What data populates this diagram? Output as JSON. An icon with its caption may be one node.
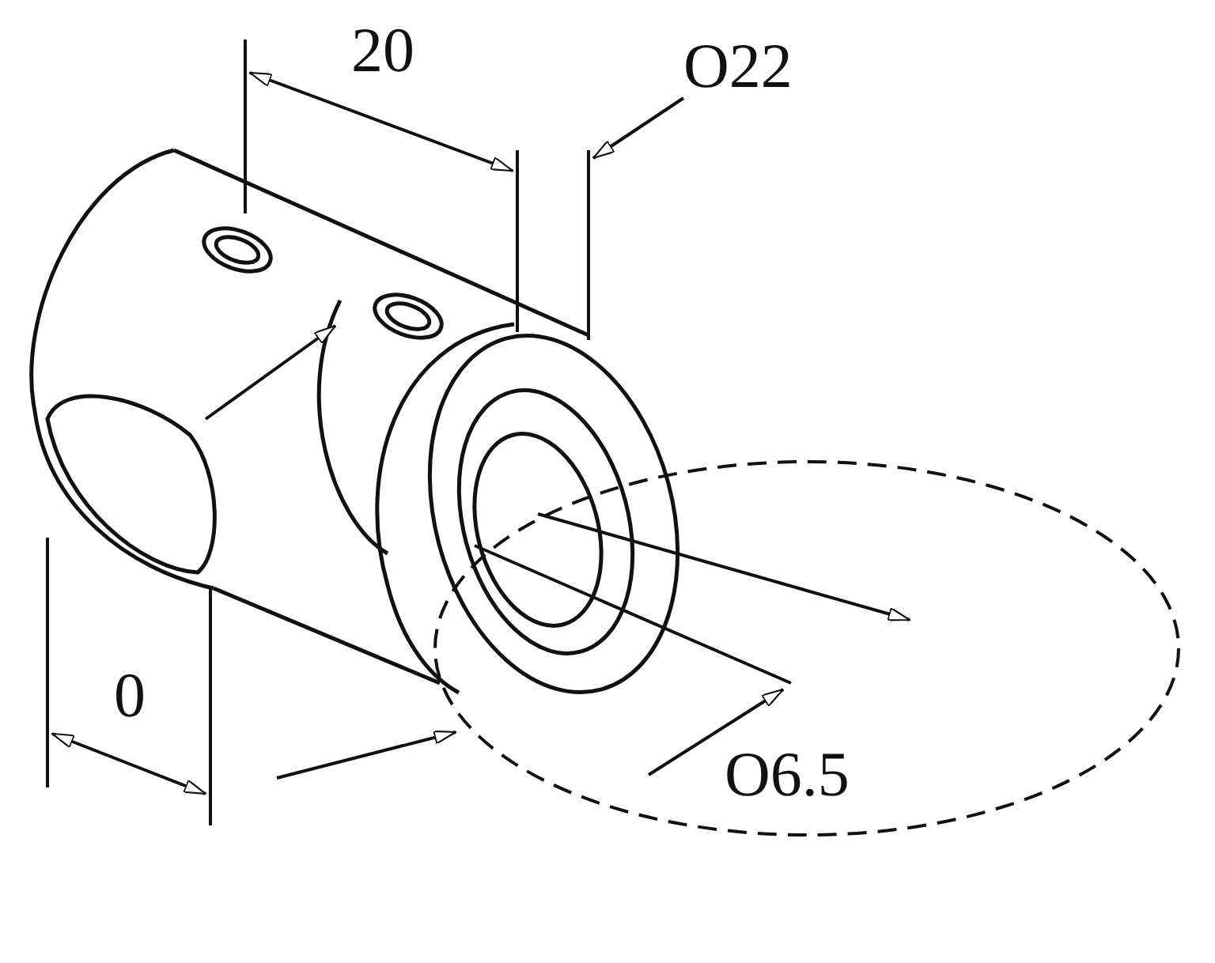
{
  "diagram": {
    "labels": [
      "20",
      "O22",
      "0",
      "O6.5"
    ]
  }
}
